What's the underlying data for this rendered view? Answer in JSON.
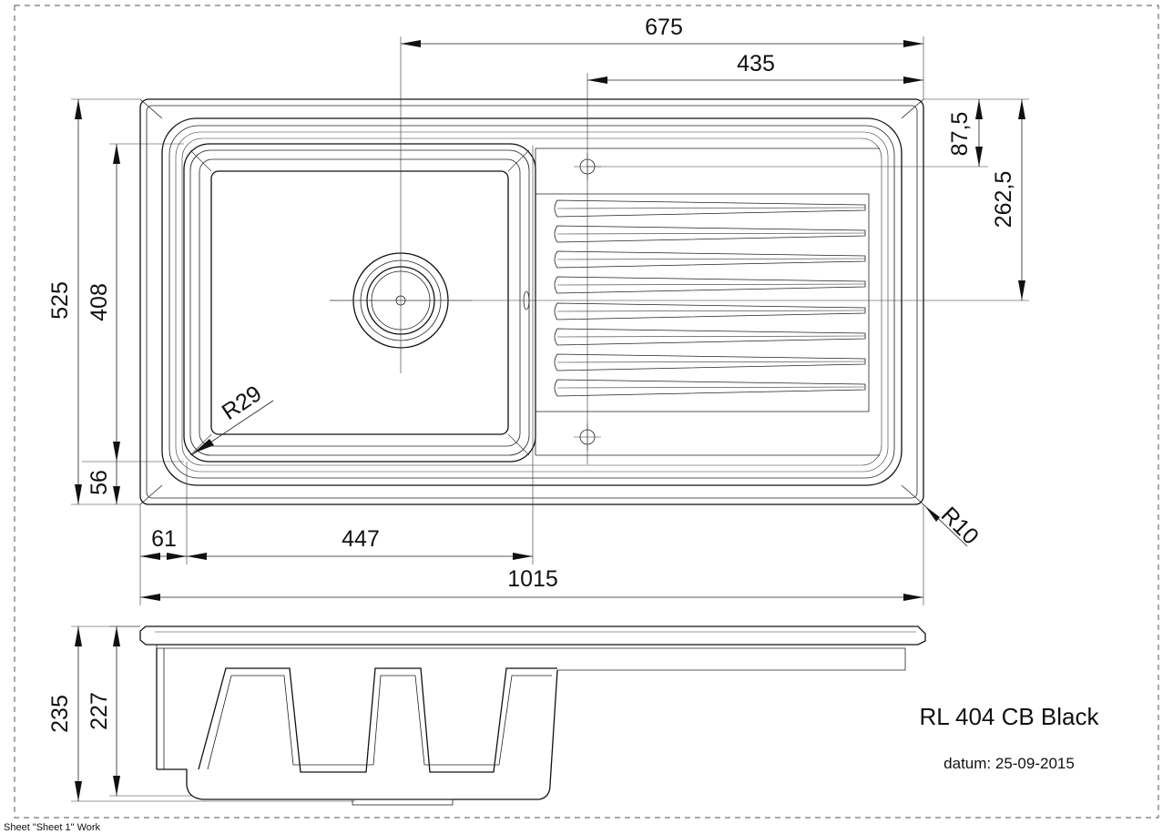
{
  "title": "RL 404 CB Black",
  "date": "datum: 25-09-2015",
  "footer": "Sheet \"Sheet 1\" Work",
  "dimensions": {
    "d675": "675",
    "d435": "435",
    "d87_5": "87,5",
    "d262_5": "262,5",
    "d525": "525",
    "d408": "408",
    "d56": "56",
    "dR29": "R29",
    "dR10": "R10",
    "d61": "61",
    "d447": "447",
    "d1015": "1015",
    "d235": "235",
    "d227": "227"
  }
}
